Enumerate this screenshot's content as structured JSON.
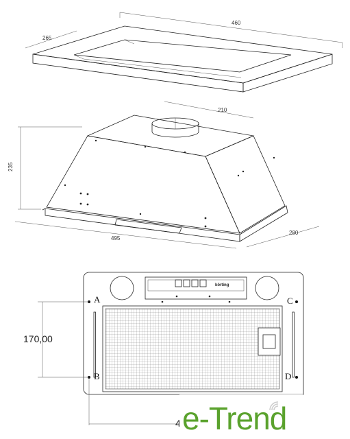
{
  "dimensions": {
    "frame_width": "460",
    "frame_depth": "265",
    "collar_width": "210",
    "hood_height": "235",
    "hood_width": "495",
    "hood_depth": "280",
    "fixing_vertical": "170,00",
    "fixing_horizontal_partial": "4"
  },
  "fixing_points": {
    "a": "A",
    "b": "B",
    "c": "C",
    "d": "D"
  },
  "control_panel": {
    "brand_label": "körting"
  },
  "watermark": {
    "brand": "e-Trend",
    "color": "#5aa22d",
    "icon": "wifi-signal-icon"
  }
}
